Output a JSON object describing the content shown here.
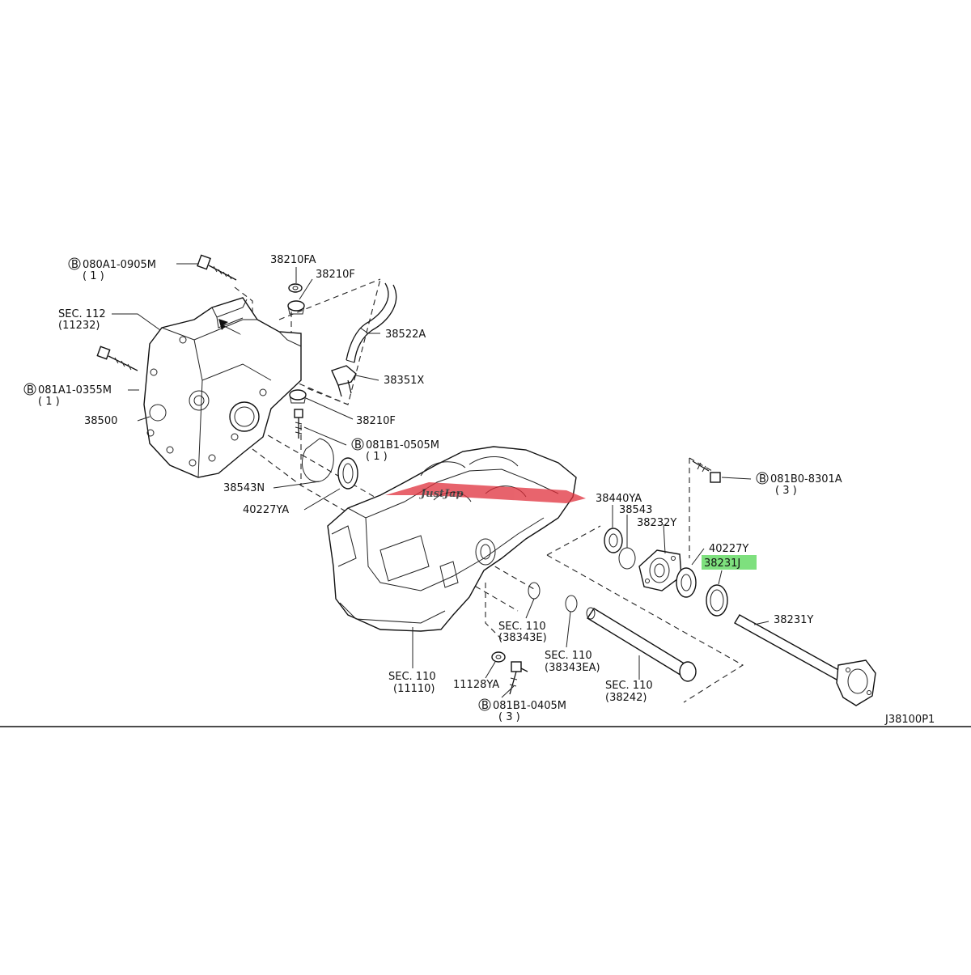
{
  "diagram_code": "J38100P1",
  "watermark": "JustJap",
  "highlight_color": "#7ee07e",
  "logo_color": "#e0303c",
  "labels": {
    "bolt_080a1": "080A1-0905M",
    "bolt_080a1_qty": "( 1 )",
    "p38210FA": "38210FA",
    "p38210F_top": "38210F",
    "sec112": "SEC. 112",
    "sec112_ref": "(11232)",
    "p38522A": "38522A",
    "bolt_081a1": "081A1-0355M",
    "bolt_081a1_qty": "( 1 )",
    "p38351X": "38351X",
    "p38500": "38500",
    "p38210F_bot": "38210F",
    "bolt_081b1_0505": "081B1-0505M",
    "bolt_081b1_0505_qty": "( 1 )",
    "p38543N": "38543N",
    "p40227YA": "40227YA",
    "bolt_081b0": "081B0-8301A",
    "bolt_081b0_qty": "( 3 )",
    "p38440YA": "38440YA",
    "p38543": "38543",
    "p38232Y": "38232Y",
    "p40227Y": "40227Y",
    "p38231J": "38231J",
    "p38231Y": "38231Y",
    "sec110_a": "SEC. 110",
    "sec110_a_ref": "(38343E)",
    "sec110_b": "SEC. 110",
    "sec110_b_ref": "(38343EA)",
    "sec110_c": "SEC. 110",
    "sec110_c_ref": "(38242)",
    "sec110_d": "SEC. 110",
    "sec110_d_ref": "(11110)",
    "p11128YA": "11128YA",
    "bolt_081b1_0405": "081B1-0405M",
    "bolt_081b1_0405_qty": "( 3 )",
    "b_marker": "B"
  }
}
